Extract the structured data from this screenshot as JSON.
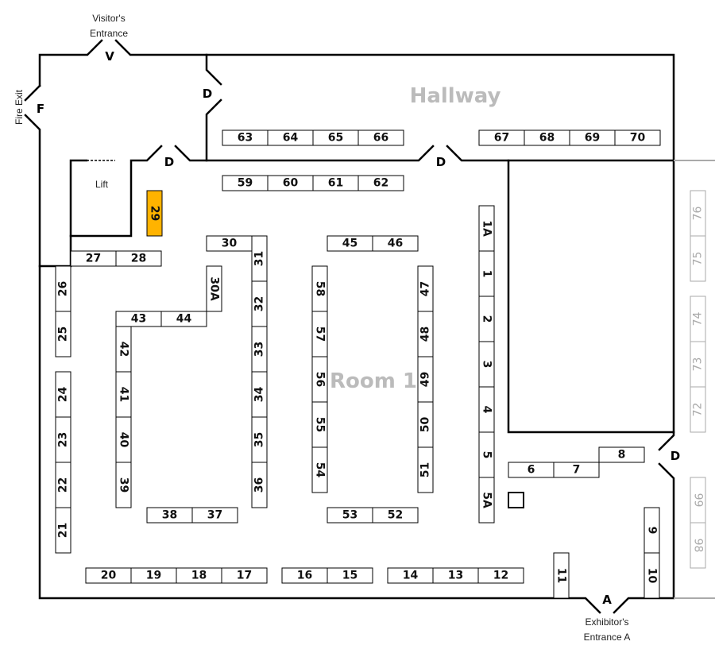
{
  "areas": {
    "hallway": "Hallway",
    "room": "Room 1",
    "lift": "Lift"
  },
  "entrances": {
    "visitor_label": "Visitor's",
    "visitor_label2": "Entrance",
    "visitor_code": "V",
    "fire_exit_label": "Fire Exit",
    "fire_exit_code": "F",
    "exhibitor_label": "Exhibitor's",
    "exhibitor_label2": "Entrance A",
    "exhibitor_code": "A",
    "door_code": "D"
  },
  "highlight_color": "#FFB300",
  "highlighted_booth": "29",
  "booths": [
    "63",
    "64",
    "65",
    "66",
    "67",
    "68",
    "69",
    "70",
    "59",
    "60",
    "61",
    "62",
    "29",
    "30",
    "31",
    "32",
    "33",
    "34",
    "35",
    "36",
    "27",
    "28",
    "30A",
    "43",
    "44",
    "42",
    "41",
    "40",
    "39",
    "26",
    "25",
    "24",
    "23",
    "22",
    "21",
    "38",
    "37",
    "45",
    "46",
    "58",
    "57",
    "56",
    "55",
    "54",
    "47",
    "48",
    "49",
    "50",
    "51",
    "53",
    "52",
    "1A",
    "1",
    "2",
    "3",
    "4",
    "5",
    "5A",
    "6",
    "7",
    "8",
    "9",
    "10",
    "11",
    "20",
    "19",
    "18",
    "17",
    "16",
    "15",
    "14",
    "13",
    "12"
  ],
  "other_room_booths": [
    "76",
    "75",
    "74",
    "73",
    "72",
    "99",
    "98"
  ]
}
